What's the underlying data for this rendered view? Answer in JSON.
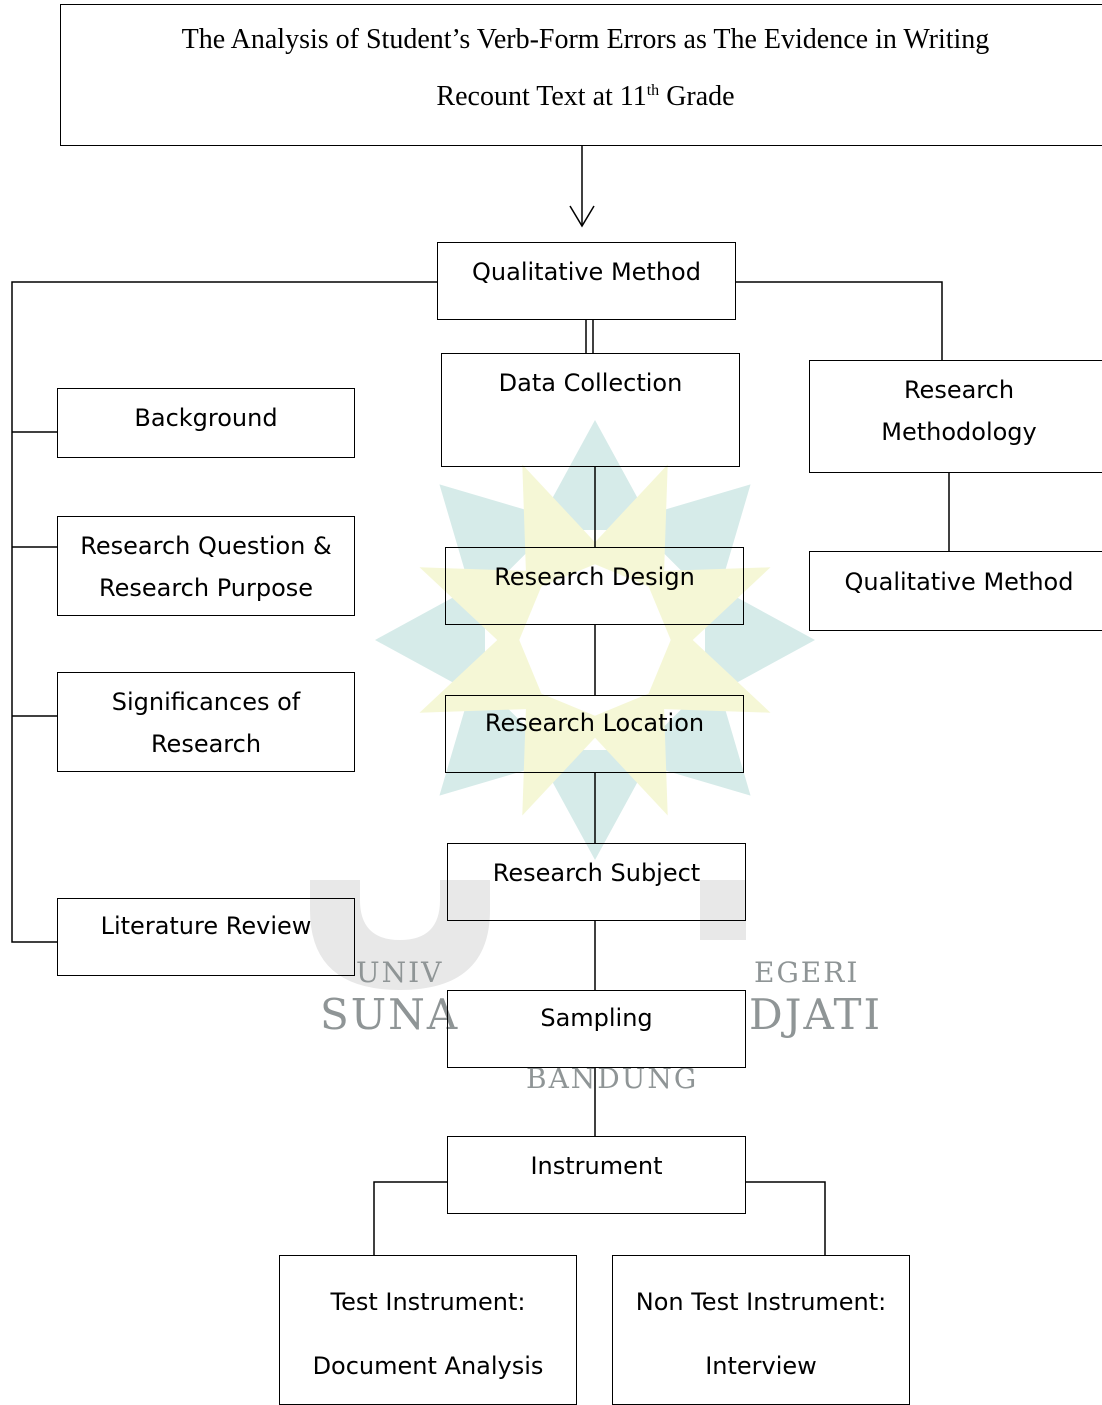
{
  "title": {
    "line1": "The Analysis of Student’s Verb-Form Errors as The Evidence in Writing",
    "line2_pre": "Recount Text at 11",
    "line2_sup": "th",
    "line2_post": " Grade"
  },
  "nodes": {
    "qualitative_method_top": "Qualitative Method",
    "data_collection": "Data Collection",
    "research_methodology_1": "Research",
    "research_methodology_2": "Methodology",
    "qualitative_method_right": "Qualitative Method",
    "background": "Background",
    "research_question_1": "Research Question &",
    "research_question_2": "Research Purpose",
    "significances_1": "Significances of",
    "significances_2": "Research",
    "literature_review": "Literature Review",
    "research_design": "Research Design",
    "research_location": "Research Location",
    "research_subject": "Research Subject",
    "sampling": "Sampling",
    "instrument": "Instrument",
    "test_instrument_1": "Test Instrument:",
    "test_instrument_2": "Document Analysis",
    "non_test_instrument_1": "Non Test Instrument:",
    "non_test_instrument_2": "Interview"
  },
  "watermark": {
    "line1_left": "UNIV",
    "line1_right": "EGERI",
    "line2_left": "SUNA",
    "line2_right": "DJATI",
    "line3": "BANDUNG"
  },
  "colors": {
    "line": "#000000",
    "watermark_teal": "#bfdedb",
    "watermark_yellow": "#f4f6cf",
    "watermark_text": "#8f9596"
  }
}
